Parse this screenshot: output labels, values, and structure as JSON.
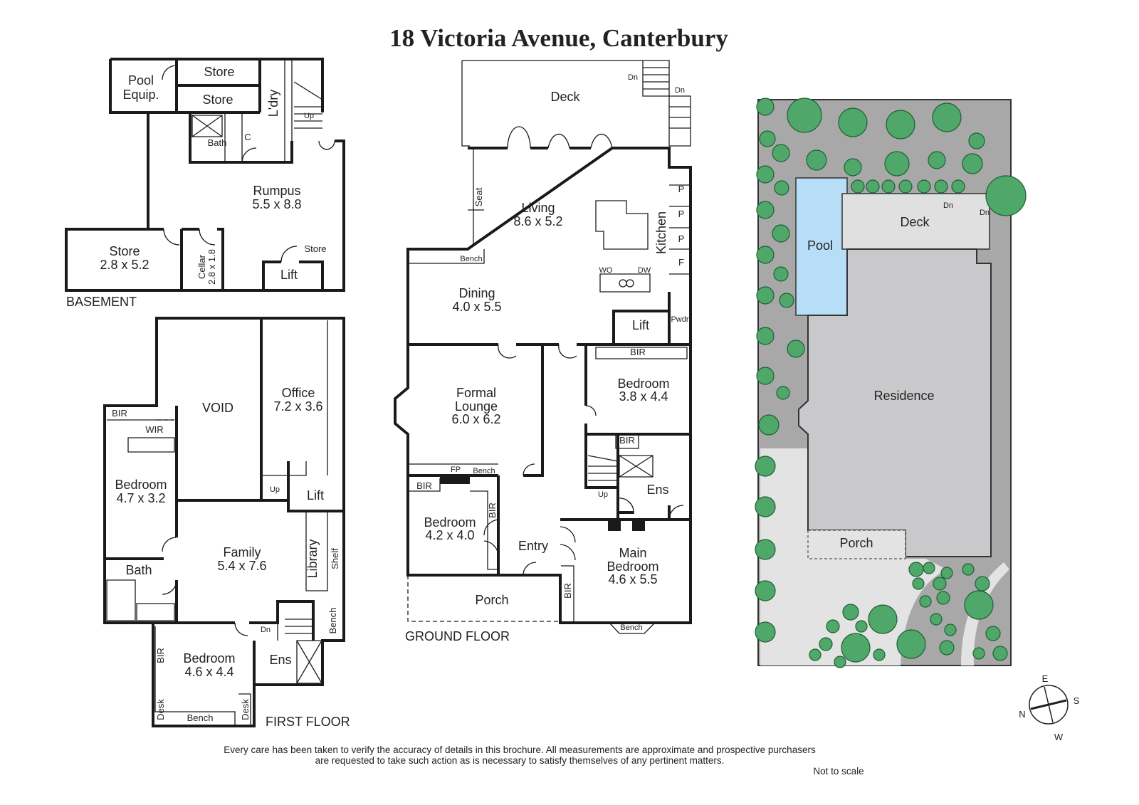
{
  "title": "18 Victoria Avenue, Canterbury",
  "basement": {
    "label": "BASEMENT",
    "pool_equip_1": "Pool",
    "pool_equip_2": "Equip.",
    "store_top": "Store",
    "store_mid": "Store",
    "laundry": "L'dry",
    "up": "Up",
    "bath": "Bath",
    "cupboard": "C",
    "rumpus": "Rumpus",
    "rumpus_dim": "5.5 x 8.8",
    "store": "Store",
    "store_dim": "2.8 x 5.2",
    "cellar": "Cellar",
    "cellar_dim": "2.8 x 1.8",
    "store_small": "Store",
    "lift": "Lift"
  },
  "ground_floor": {
    "label": "GROUND FLOOR",
    "deck": "Deck",
    "dn_1": "Dn",
    "dn_2": "Dn",
    "seat": "Seat",
    "living": "Living",
    "living_dim": "8.6 x 5.2",
    "kitchen": "Kitchen",
    "pantry": [
      "P",
      "P",
      "P",
      "F"
    ],
    "wo": "WO",
    "dw": "DW",
    "bench_dining": "Bench",
    "dining": "Dining",
    "dining_dim": "4.0 x 5.5",
    "lift": "Lift",
    "pwdr": "Pwdr",
    "bir_1": "BIR",
    "bedroom_1": "Bedroom",
    "bedroom_1_dim": "3.8 x 4.4",
    "formal_1": "Formal",
    "formal_2": "Lounge",
    "formal_dim": "6.0 x 6.2",
    "fp": "FP",
    "bench_lounge": "Bench",
    "bir_2": "BIR",
    "bir_3": "BIR",
    "bir_4": "BIR",
    "bedroom_2": "Bedroom",
    "bedroom_2_dim": "4.2 x 4.0",
    "up": "Up",
    "ens": "Ens",
    "entry": "Entry",
    "main_1": "Main",
    "main_2": "Bedroom",
    "main_dim": "4.6 x 5.5",
    "porch": "Porch",
    "bir_5": "BIR",
    "bench_main": "Bench"
  },
  "first_floor": {
    "label": "FIRST FLOOR",
    "bir": "BIR",
    "wir": "WIR",
    "void": "VOID",
    "office": "Office",
    "office_dim": "7.2 x 3.6",
    "up": "Up",
    "lift": "Lift",
    "bedroom_1": "Bedroom",
    "bedroom_1_dim": "4.7 x 3.2",
    "family": "Family",
    "family_dim": "5.4 x 7.6",
    "library": "Library",
    "shelf": "Shelf",
    "bath": "Bath",
    "bench_stair": "Bench",
    "dn": "Dn",
    "bedroom_2": "Bedroom",
    "bedroom_2_dim": "4.6 x 4.4",
    "ens": "Ens",
    "bir_2": "BIR",
    "desk_1": "Desk",
    "bench": "Bench",
    "desk_2": "Desk"
  },
  "site": {
    "pool": "Pool",
    "deck": "Deck",
    "dn_1": "Dn",
    "dn_2": "Dn",
    "residence": "Residence",
    "porch": "Porch",
    "colors": {
      "ground": "#a8a8a8",
      "pool": "#b7def6",
      "residence": "#c9c9cb",
      "tree": "#4fa86a"
    }
  },
  "compass": {
    "e": "E",
    "s": "S",
    "n": "N",
    "w": "W"
  },
  "disclaimer_1": "Every care has been taken to verify the accuracy of details in this brochure.  All measurements are approximate and prospective purchasers",
  "disclaimer_2": "are requested to take such action as is necessary to satisfy themselves of any pertinent matters.",
  "not_to_scale": "Not to scale"
}
